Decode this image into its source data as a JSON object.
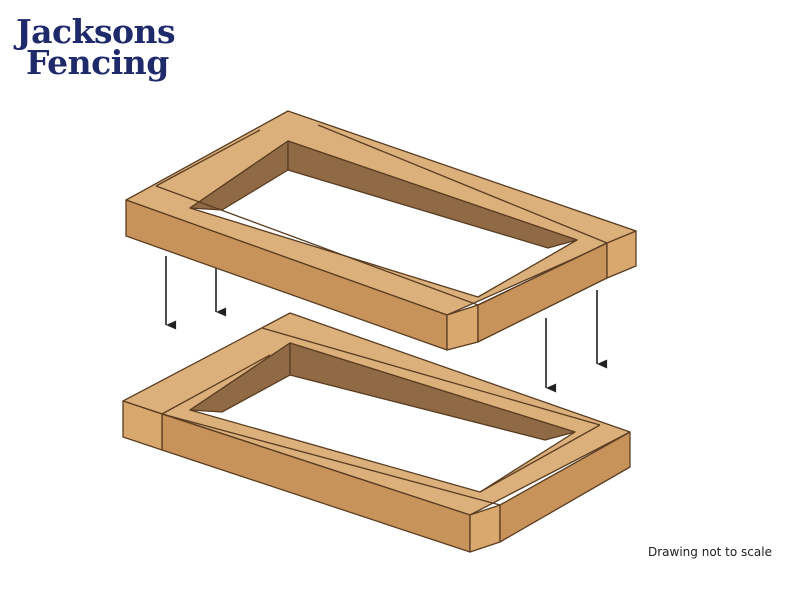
{
  "brand": {
    "line1": "Jacksons",
    "line2": "Fencing",
    "color": "#1f2a6b"
  },
  "diagram": {
    "subject": "two-layer timber frame assembly",
    "layers": [
      "upper-frame",
      "lower-frame"
    ],
    "arrow_count": 4,
    "colors": {
      "top_face": "#dcb07a",
      "side_face": "#c8935b",
      "end_face": "#d8a86e",
      "inner_shadow": "#8f6a45",
      "outline": "#5a3d22",
      "arrow": "#222222"
    }
  },
  "note": "Drawing not to scale"
}
